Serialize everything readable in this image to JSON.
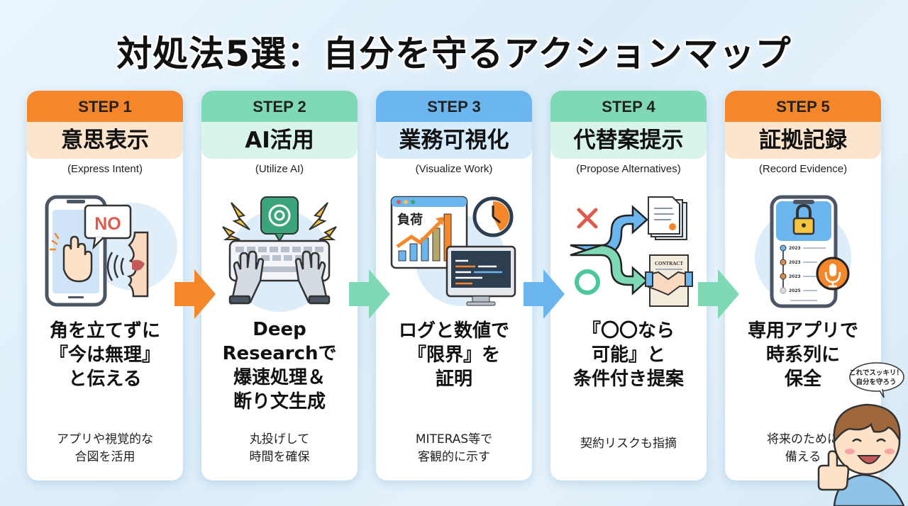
{
  "title": "対処法5選：自分を守るアクションマップ",
  "colors": {
    "orange": "#f5862a",
    "green": "#7fd9b5",
    "blue": "#6bb6ee"
  },
  "steps": [
    {
      "step_label": "STEP 1",
      "title_jp": "意思表示",
      "title_en": "(Express Intent)",
      "main": "角を立てずに\n『今は無理』\nと伝える",
      "sub": "アプリや視覚的な\n合図を活用",
      "illustration": "phone-stop-hand-no-speech",
      "illustration_text": "NO",
      "theme": "orange"
    },
    {
      "step_label": "STEP 2",
      "title_jp": "AI活用",
      "title_en": "(Utilize AI)",
      "main": "Deep\nResearchで\n爆速処理＆\n断り文生成",
      "sub": "丸投げして\n時間を確保",
      "illustration": "robot-hands-keyboard-ai",
      "theme": "green"
    },
    {
      "step_label": "STEP 3",
      "title_jp": "業務可視化",
      "title_en": "(Visualize Work)",
      "main": "ログと数値で\n『限界』を\n証明",
      "sub": "MITERAS等で\n客観的に示す",
      "illustration": "chart-clock-monitor",
      "illustration_text": "負荷",
      "theme": "blue"
    },
    {
      "step_label": "STEP 4",
      "title_jp": "代替案提示",
      "title_en": "(Propose Alternatives)",
      "main": "『〇〇なら\n可能』と\n条件付き提案",
      "sub": "契約リスクも指摘",
      "illustration": "branch-arrows-contract-handshake",
      "illustration_text": "CONTRACT",
      "theme": "green"
    },
    {
      "step_label": "STEP 5",
      "title_jp": "証拠記録",
      "title_en": "(Record Evidence)",
      "main": "専用アプリで\n時系列に\n保全",
      "sub": "将来のために\n備える",
      "illustration": "phone-lock-timeline-mic",
      "illustration_years": [
        "2023",
        "2023",
        "2023",
        "2025"
      ],
      "theme": "orange"
    }
  ],
  "arrows": [
    {
      "color": "#f5862a"
    },
    {
      "color": "#7fd9b5"
    },
    {
      "color": "#6bb6ee"
    },
    {
      "color": "#7fd9b5"
    }
  ],
  "mascot": {
    "speech": "これでスッキリ！\n自分を守ろう",
    "description": "smiling-boy-thumbs-up"
  }
}
